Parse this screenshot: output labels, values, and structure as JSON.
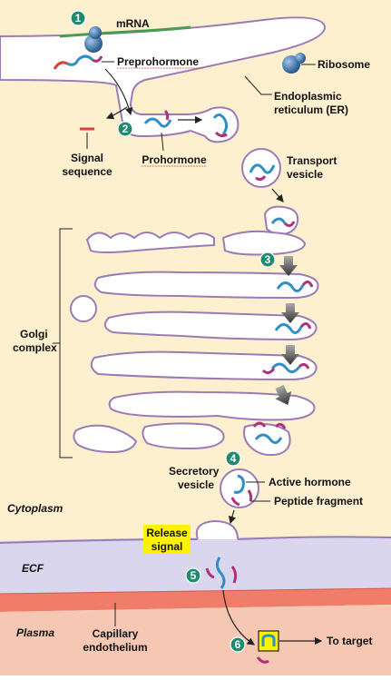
{
  "labels": {
    "mrna": "mRNA",
    "preprohormone": "Preprohormone",
    "ribosome": "Ribosome",
    "er_line1": "Endoplasmic",
    "er_line2": "reticulum (ER)",
    "signal_line1": "Signal",
    "signal_line2": "sequence",
    "prohormone": "Prohormone",
    "transport_line1": "Transport",
    "transport_line2": "vesicle",
    "golgi_line1": "Golgi",
    "golgi_line2": "complex",
    "secretory_line1": "Secretory",
    "secretory_line2": "vesicle",
    "active_hormone": "Active hormone",
    "peptide_fragment": "Peptide fragment",
    "cytoplasm": "Cytoplasm",
    "release_line1": "Release",
    "release_line2": "signal",
    "ecf": "ECF",
    "plasma": "Plasma",
    "capillary_line1": "Capillary",
    "capillary_line2": "endothelium",
    "to_target": "To target"
  },
  "steps": [
    "1",
    "2",
    "3",
    "4",
    "5",
    "6"
  ],
  "colors": {
    "cytoplasm": "#fdf0cf",
    "ecf": "#d9d6ee",
    "plasma": "#f6c8b4",
    "endothelium": "#f07d6a",
    "membrane": "#9b7bb5",
    "hormone": "#2f8fc4",
    "fragment": "#b0307a",
    "signal": "#d8403a",
    "step_badge": "#1e8a6e",
    "release_box": "#fff200",
    "mrna": "#4a9a50",
    "ribosome": "#3a70a8"
  }
}
